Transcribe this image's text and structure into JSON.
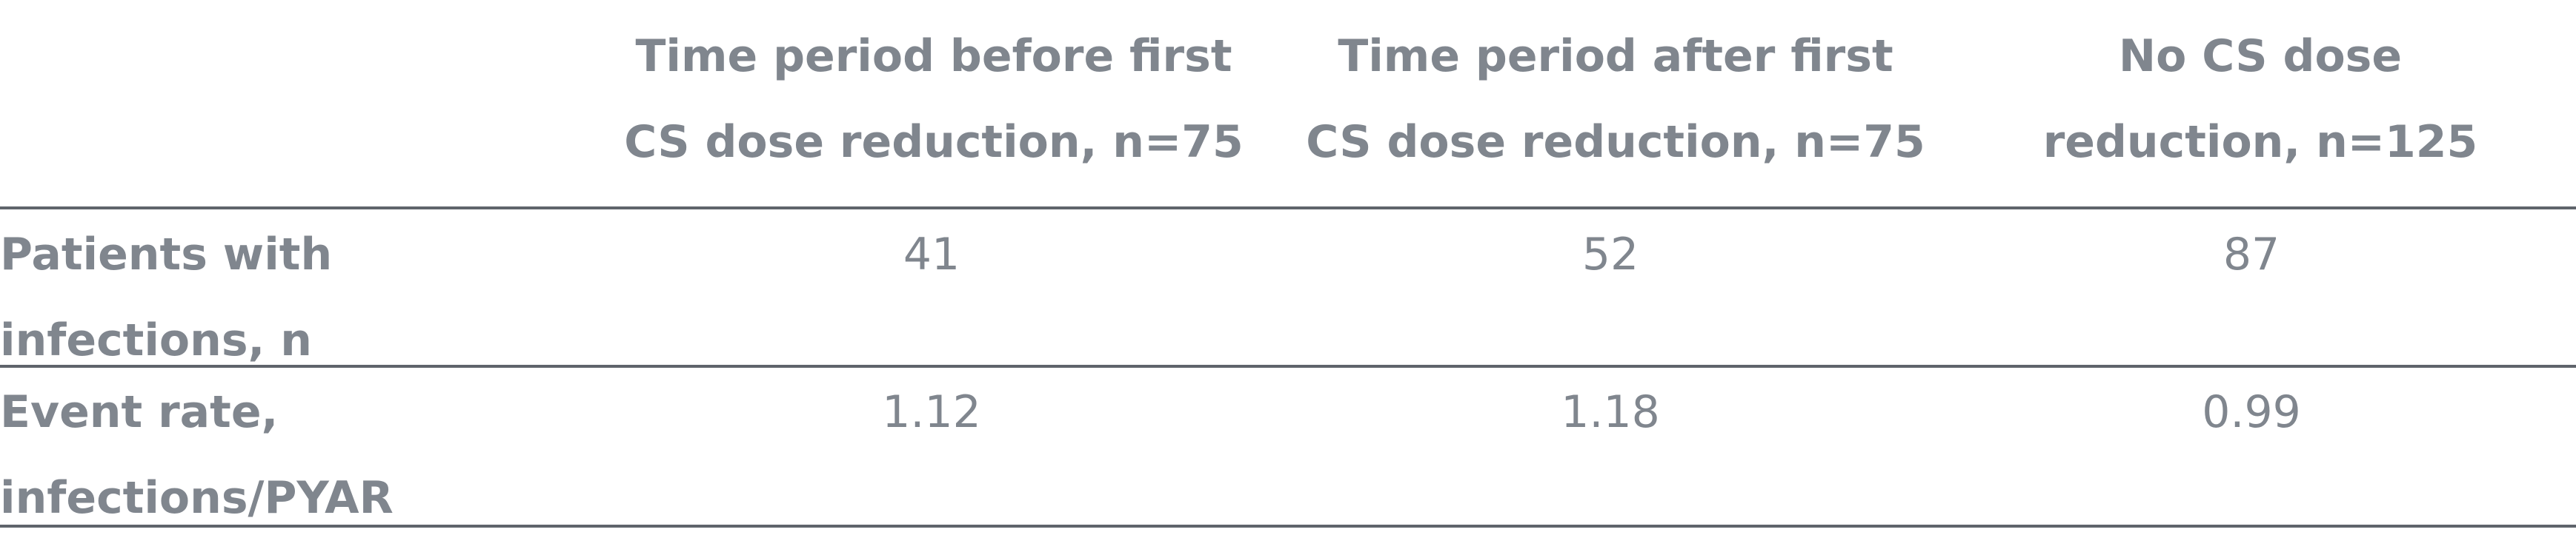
{
  "table": {
    "columns": [
      {
        "line1": "Time period before first",
        "line2": "CS dose reduction, n=75"
      },
      {
        "line1": "Time period after first",
        "line2": "CS dose reduction, n=75"
      },
      {
        "line1": "No CS dose",
        "line2": "reduction, n=125"
      }
    ],
    "rows": [
      {
        "label_line1": "Patients with",
        "label_line2": "infections, n",
        "values": [
          "41",
          "52",
          "87"
        ]
      },
      {
        "label_line1": "Event rate,",
        "label_line2": "infections/PYAR",
        "values": [
          "1.12",
          "1.18",
          "0.99"
        ]
      }
    ]
  }
}
